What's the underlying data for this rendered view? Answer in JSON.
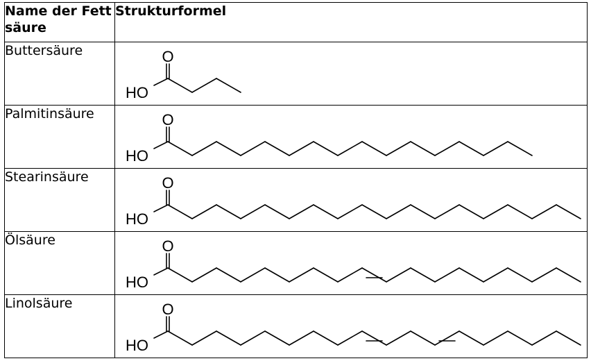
{
  "headers": {
    "name": "Name der Fettsäure",
    "structure": "Strukturformel"
  },
  "acids": [
    {
      "name": "Buttersäure",
      "carbon_count": 4,
      "double_bonds": [],
      "labels": {
        "oxygen": "O",
        "hydroxyl": "HO"
      }
    },
    {
      "name": "Palmitinsäure",
      "carbon_count": 16,
      "double_bonds": [],
      "labels": {
        "oxygen": "O",
        "hydroxyl": "HO"
      }
    },
    {
      "name": "Stearinsäure",
      "carbon_count": 18,
      "double_bonds": [],
      "labels": {
        "oxygen": "O",
        "hydroxyl": "HO"
      }
    },
    {
      "name": "Ölsäure",
      "carbon_count": 18,
      "double_bonds": [
        9
      ],
      "labels": {
        "oxygen": "O",
        "hydroxyl": "HO"
      }
    },
    {
      "name": "Linolsäure",
      "carbon_count": 18,
      "double_bonds": [
        9,
        12
      ],
      "labels": {
        "oxygen": "O",
        "hydroxyl": "HO"
      }
    }
  ]
}
